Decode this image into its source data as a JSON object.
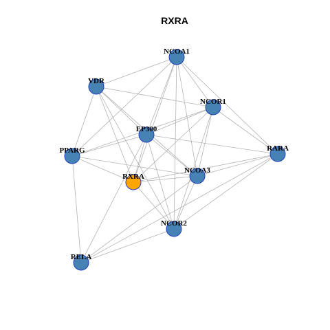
{
  "title": "RXRA",
  "colors": {
    "node_default": "#4682b4",
    "node_highlight": "#ffa500",
    "node_border": "#1f3fbf",
    "edge": "#b3b3b3"
  },
  "nodes": [
    {
      "id": "NCOA1",
      "label": "NCOA1",
      "highlight": false
    },
    {
      "id": "VDR",
      "label": "VDR",
      "highlight": false
    },
    {
      "id": "NCOR1",
      "label": "NCOR1",
      "highlight": false
    },
    {
      "id": "EP300",
      "label": "EP300",
      "highlight": false
    },
    {
      "id": "PPARG",
      "label": "PPARG",
      "highlight": false
    },
    {
      "id": "RARA",
      "label": "RARA",
      "highlight": false
    },
    {
      "id": "RXRA",
      "label": "RXRA",
      "highlight": true
    },
    {
      "id": "NCOA3",
      "label": "NCOA3",
      "highlight": false
    },
    {
      "id": "NCOR2",
      "label": "NCOR2",
      "highlight": false
    },
    {
      "id": "RELA",
      "label": "RELA",
      "highlight": false
    }
  ],
  "edges": [
    [
      "NCOA1",
      "VDR"
    ],
    [
      "NCOA1",
      "NCOR1"
    ],
    [
      "NCOA1",
      "EP300"
    ],
    [
      "NCOA1",
      "PPARG"
    ],
    [
      "NCOA1",
      "RARA"
    ],
    [
      "NCOA1",
      "RXRA"
    ],
    [
      "NCOA1",
      "NCOA3"
    ],
    [
      "NCOA1",
      "NCOR2"
    ],
    [
      "VDR",
      "NCOR1"
    ],
    [
      "VDR",
      "EP300"
    ],
    [
      "VDR",
      "PPARG"
    ],
    [
      "VDR",
      "RXRA"
    ],
    [
      "VDR",
      "NCOA3"
    ],
    [
      "VDR",
      "NCOR2"
    ],
    [
      "NCOR1",
      "EP300"
    ],
    [
      "NCOR1",
      "PPARG"
    ],
    [
      "NCOR1",
      "RARA"
    ],
    [
      "NCOR1",
      "RXRA"
    ],
    [
      "NCOR1",
      "NCOA3"
    ],
    [
      "NCOR1",
      "NCOR2"
    ],
    [
      "EP300",
      "PPARG"
    ],
    [
      "EP300",
      "RARA"
    ],
    [
      "EP300",
      "RXRA"
    ],
    [
      "EP300",
      "NCOA3"
    ],
    [
      "EP300",
      "NCOR2"
    ],
    [
      "EP300",
      "RELA"
    ],
    [
      "PPARG",
      "RXRA"
    ],
    [
      "PPARG",
      "NCOA3"
    ],
    [
      "PPARG",
      "RELA"
    ],
    [
      "RARA",
      "RXRA"
    ],
    [
      "RARA",
      "NCOA3"
    ],
    [
      "RARA",
      "NCOR2"
    ],
    [
      "RARA",
      "RELA"
    ],
    [
      "RXRA",
      "NCOA3"
    ],
    [
      "RXRA",
      "NCOR2"
    ],
    [
      "NCOA3",
      "NCOR2"
    ],
    [
      "NCOA3",
      "RELA"
    ],
    [
      "NCOR2",
      "RELA"
    ]
  ]
}
